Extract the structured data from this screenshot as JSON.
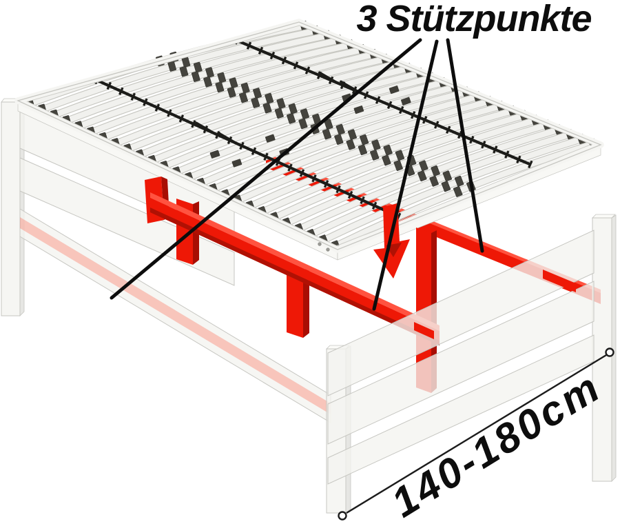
{
  "title": {
    "text": "3 Stützpunkte"
  },
  "dimension": {
    "label": "140-180cm"
  },
  "support": {
    "count": 3
  },
  "lattenrost": {
    "halves": 2,
    "slat_rows": 26,
    "screw_count": 2
  },
  "colors": {
    "red": "#ee1806",
    "red_dark": "#b01104",
    "red_deep": "#a80e03",
    "red_top": "#ff5340",
    "red_translucent": "rgba(240,70,50,0.45)",
    "ink": "#0d0d0d",
    "slat_fill": "#f1f1ee",
    "slat_edge": "#c7c7c1",
    "cap": "#45443e",
    "belt": "#1c1c19",
    "frame_fill": "rgba(243,243,240,0.78)",
    "frame_edge": "#c6c6c1",
    "frame_side": "rgba(226,226,222,0.85)",
    "pink_tint": "rgba(252,84,60,0.30)",
    "screw": "#9a9a95"
  }
}
